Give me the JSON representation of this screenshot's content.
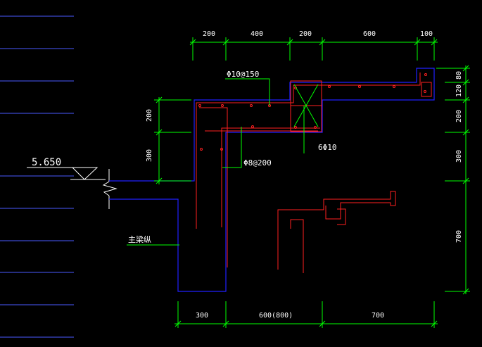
{
  "colors": {
    "background": "#000000",
    "dimension": "#00ff00",
    "concrete_outline": "#2020ff",
    "rebar": "#ff2020",
    "text": "#ffffff",
    "guide_lines": "#4a5aff"
  },
  "elevation": {
    "label": "5.650"
  },
  "dimensions": {
    "top": [
      "200",
      "400",
      "200",
      "600",
      "100"
    ],
    "bottom": [
      "300",
      "600(800)",
      "700"
    ],
    "left": [
      "200",
      "300"
    ],
    "right": [
      "80",
      "120",
      "200",
      "300",
      "700"
    ]
  },
  "rebar_labels": {
    "stirrup_upper": "Φ10@150",
    "stirrup_lower": "Φ8@200",
    "corner_bars": "6Φ10",
    "main_bar": "主梁纵"
  }
}
